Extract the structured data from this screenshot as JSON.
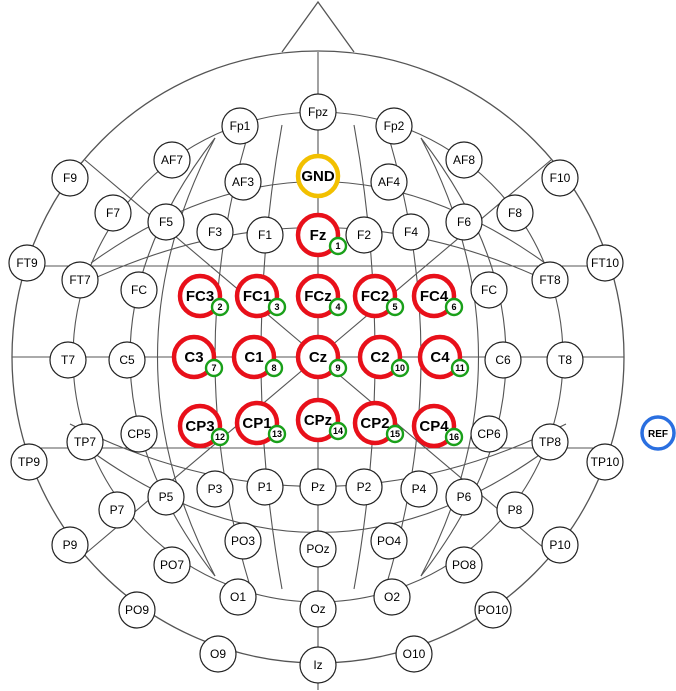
{
  "electrodes": [
    {
      "label": "Fpz",
      "role": "plain"
    },
    {
      "label": "Fp1",
      "role": "plain"
    },
    {
      "label": "Fp2",
      "role": "plain"
    },
    {
      "label": "AF7",
      "role": "plain"
    },
    {
      "label": "AF8",
      "role": "plain"
    },
    {
      "label": "GND",
      "role": "ground"
    },
    {
      "label": "AF3",
      "role": "plain"
    },
    {
      "label": "AF4",
      "role": "plain"
    },
    {
      "label": "F9",
      "role": "plain"
    },
    {
      "label": "F10",
      "role": "plain"
    },
    {
      "label": "F7",
      "role": "plain"
    },
    {
      "label": "F8",
      "role": "plain"
    },
    {
      "label": "F5",
      "role": "plain"
    },
    {
      "label": "F6",
      "role": "plain"
    },
    {
      "label": "F3",
      "role": "plain"
    },
    {
      "label": "F4",
      "role": "plain"
    },
    {
      "label": "F1",
      "role": "plain"
    },
    {
      "label": "F2",
      "role": "plain"
    },
    {
      "label": "Fz",
      "role": "active",
      "channel": "1"
    },
    {
      "label": "FT9",
      "role": "plain"
    },
    {
      "label": "FT10",
      "role": "plain"
    },
    {
      "label": "FT7",
      "role": "plain"
    },
    {
      "label": "FT8",
      "role": "plain"
    },
    {
      "label": "FC",
      "role": "plain"
    },
    {
      "label": "FC",
      "role": "plain"
    },
    {
      "label": "FC3",
      "role": "active",
      "channel": "2"
    },
    {
      "label": "FC1",
      "role": "active",
      "channel": "3"
    },
    {
      "label": "FCz",
      "role": "active",
      "channel": "4"
    },
    {
      "label": "FC2",
      "role": "active",
      "channel": "5"
    },
    {
      "label": "FC4",
      "role": "active",
      "channel": "6"
    },
    {
      "label": "T7",
      "role": "plain"
    },
    {
      "label": "C5",
      "role": "plain"
    },
    {
      "label": "C3",
      "role": "active",
      "channel": "7"
    },
    {
      "label": "C1",
      "role": "active",
      "channel": "8"
    },
    {
      "label": "Cz",
      "role": "active",
      "channel": "9"
    },
    {
      "label": "C2",
      "role": "active",
      "channel": "10"
    },
    {
      "label": "C4",
      "role": "active",
      "channel": "11"
    },
    {
      "label": "C6",
      "role": "plain"
    },
    {
      "label": "T8",
      "role": "plain"
    },
    {
      "label": "TP9",
      "role": "plain"
    },
    {
      "label": "TP10",
      "role": "plain"
    },
    {
      "label": "TP7",
      "role": "plain"
    },
    {
      "label": "TP8",
      "role": "plain"
    },
    {
      "label": "CP5",
      "role": "plain"
    },
    {
      "label": "CP6",
      "role": "plain"
    },
    {
      "label": "CP3",
      "role": "active",
      "channel": "12"
    },
    {
      "label": "CP1",
      "role": "active",
      "channel": "13"
    },
    {
      "label": "CPz",
      "role": "active",
      "channel": "14"
    },
    {
      "label": "CP2",
      "role": "active",
      "channel": "15"
    },
    {
      "label": "CP4",
      "role": "active",
      "channel": "16"
    },
    {
      "label": "P7",
      "role": "plain"
    },
    {
      "label": "P8",
      "role": "plain"
    },
    {
      "label": "P5",
      "role": "plain"
    },
    {
      "label": "P6",
      "role": "plain"
    },
    {
      "label": "P3",
      "role": "plain"
    },
    {
      "label": "P4",
      "role": "plain"
    },
    {
      "label": "P1",
      "role": "plain"
    },
    {
      "label": "P2",
      "role": "plain"
    },
    {
      "label": "Pz",
      "role": "plain"
    },
    {
      "label": "P9",
      "role": "plain"
    },
    {
      "label": "P10",
      "role": "plain"
    },
    {
      "label": "PO7",
      "role": "plain"
    },
    {
      "label": "PO8",
      "role": "plain"
    },
    {
      "label": "PO3",
      "role": "plain"
    },
    {
      "label": "PO4",
      "role": "plain"
    },
    {
      "label": "POz",
      "role": "plain"
    },
    {
      "label": "PO9",
      "role": "plain"
    },
    {
      "label": "PO10",
      "role": "plain"
    },
    {
      "label": "O1",
      "role": "plain"
    },
    {
      "label": "O2",
      "role": "plain"
    },
    {
      "label": "Oz",
      "role": "plain"
    },
    {
      "label": "O9",
      "role": "plain"
    },
    {
      "label": "O10",
      "role": "plain"
    },
    {
      "label": "Iz",
      "role": "plain"
    },
    {
      "label": "REF",
      "role": "reference"
    }
  ],
  "colors": {
    "active_ring": "#e8101a",
    "channel_ring": "#1aa01a",
    "ground_ring": "#f2c000",
    "reference_ring": "#2a6fe0",
    "plain_ring": "#222222",
    "line": "#555555"
  }
}
